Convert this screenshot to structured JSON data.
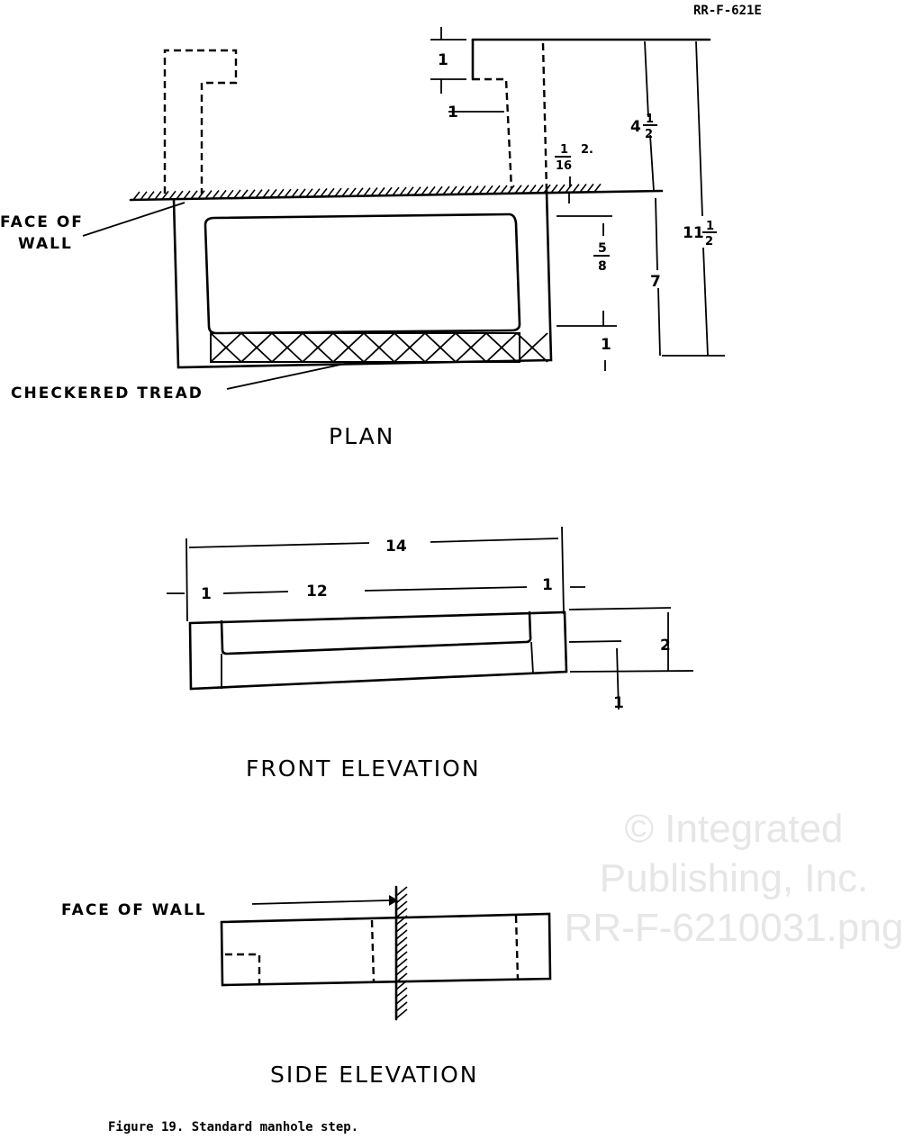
{
  "document_id": "RR-F-621E",
  "watermark": [
    "© Integrated",
    "Publishing, Inc.",
    "RR-F-6210031.png"
  ],
  "plan": {
    "title": "PLAN",
    "labels": {
      "face_of_wall_1": "FACE OF",
      "face_of_wall_2": "WALL",
      "checkered_tread": "CHECKERED TREAD"
    },
    "dims": {
      "top_1": "1",
      "side_1": "1",
      "frac_1_16_num": "1",
      "frac_1_16_den": "16",
      "frac_suffix": "2.",
      "d4": "4",
      "half_num": "1",
      "half_den": "2",
      "d11": "11",
      "frac_5_8_num": "5",
      "frac_5_8_den": "8",
      "d7": "7",
      "bottom_1": "1"
    }
  },
  "front_elevation": {
    "title": "FRONT ELEVATION",
    "dims": {
      "overall": "14",
      "inner": "12",
      "left": "1",
      "right": "1",
      "height": "2",
      "bottom": "1"
    }
  },
  "side_elevation": {
    "title": "SIDE ELEVATION",
    "labels": {
      "face_of_wall": "FACE OF WALL"
    }
  },
  "caption": "Figure 19. Standard manhole step."
}
